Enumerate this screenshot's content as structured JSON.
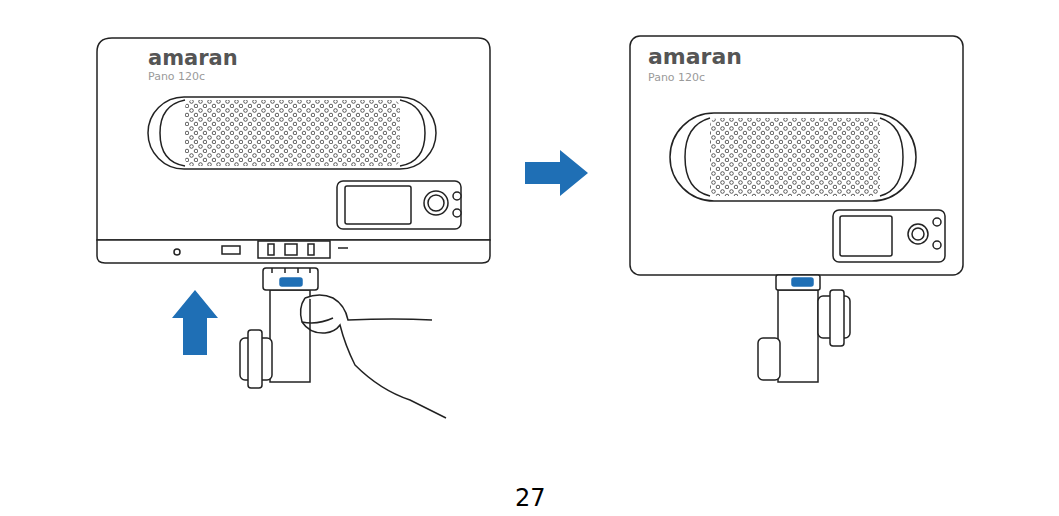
{
  "diagram": {
    "labels": [
      "amaran",
      "Pano 120c",
      "amaran",
      "Pano 120c",
      "27"
    ]
  }
}
